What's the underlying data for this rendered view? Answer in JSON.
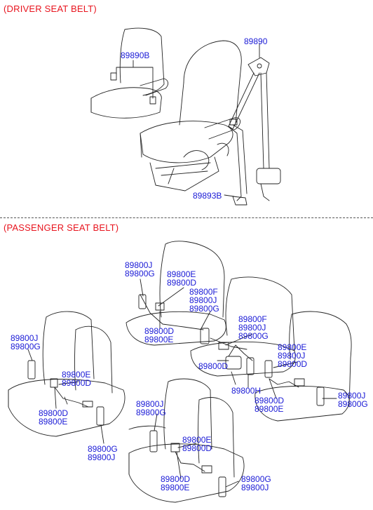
{
  "sections": {
    "driver_title": "(DRIVER SEAT BELT)",
    "passenger_title": "(PASSENGER SEAT BELT)"
  },
  "labels": {
    "d_89890B": "89890B",
    "d_89890": "89890",
    "d_89893B": "89893B",
    "r_89800J": "89800J",
    "r_89800G": "89800G",
    "r_89800E": "89800E",
    "r_89800D": "89800D",
    "r_89800F": "89800F",
    "r_89800J_2": "89800J",
    "r_89800G_2": "89800G",
    "r_89800D_b": "89800D",
    "r_89800E_b": "89800E",
    "r2_89800F": "89800F",
    "r2_89800J": "89800J",
    "r2_89800G": "89800G",
    "r2_89800D": "89800D",
    "r3_89800E": "89800E",
    "r3_89800J": "89800J",
    "r3_89800D": "89800D",
    "r3_89800H": "89800H",
    "r3_89800D_b": "89800D",
    "r3_89800E_b": "89800E",
    "r3_89800J_r": "89800J",
    "r3_89800G_r": "89800G",
    "l_89800J": "89800J",
    "l_89800G": "89800G",
    "l_89800E": "89800E",
    "l_89800D": "89800D",
    "l_89800D_b": "89800D",
    "l_89800E_b": "89800E",
    "l_89800G_b": "89800G",
    "l_89800J_b": "89800J",
    "f_89800J": "89800J",
    "f_89800G": "89800G",
    "f_89800E": "89800E",
    "f_89800D": "89800D",
    "f_89800D_b": "89800D",
    "f_89800E_b": "89800E",
    "f_89800G_b": "89800G",
    "f_89800J_b": "89800J"
  },
  "colors": {
    "section_title": "#e8141e",
    "part_label": "#1a1ad6",
    "line_art": "#222222"
  }
}
